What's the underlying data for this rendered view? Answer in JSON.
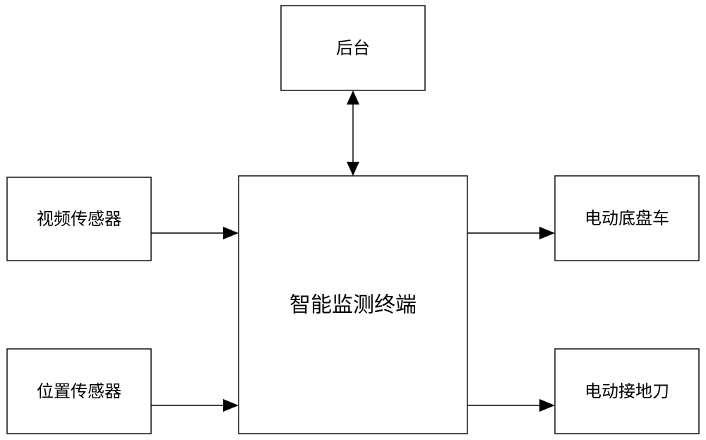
{
  "nodes": {
    "backend": "后台",
    "video_sensor": "视频传感器",
    "position_sensor": "位置传感器",
    "terminal": "智能监测终端",
    "chassis": "电动底盘车",
    "grounding_switch": "电动接地刀"
  },
  "edges": [
    {
      "from": "terminal",
      "to": "backend",
      "direction": "bidirectional"
    },
    {
      "from": "video_sensor",
      "to": "terminal",
      "direction": "forward"
    },
    {
      "from": "position_sensor",
      "to": "terminal",
      "direction": "forward"
    },
    {
      "from": "terminal",
      "to": "chassis",
      "direction": "forward"
    },
    {
      "from": "terminal",
      "to": "grounding_switch",
      "direction": "forward"
    }
  ]
}
